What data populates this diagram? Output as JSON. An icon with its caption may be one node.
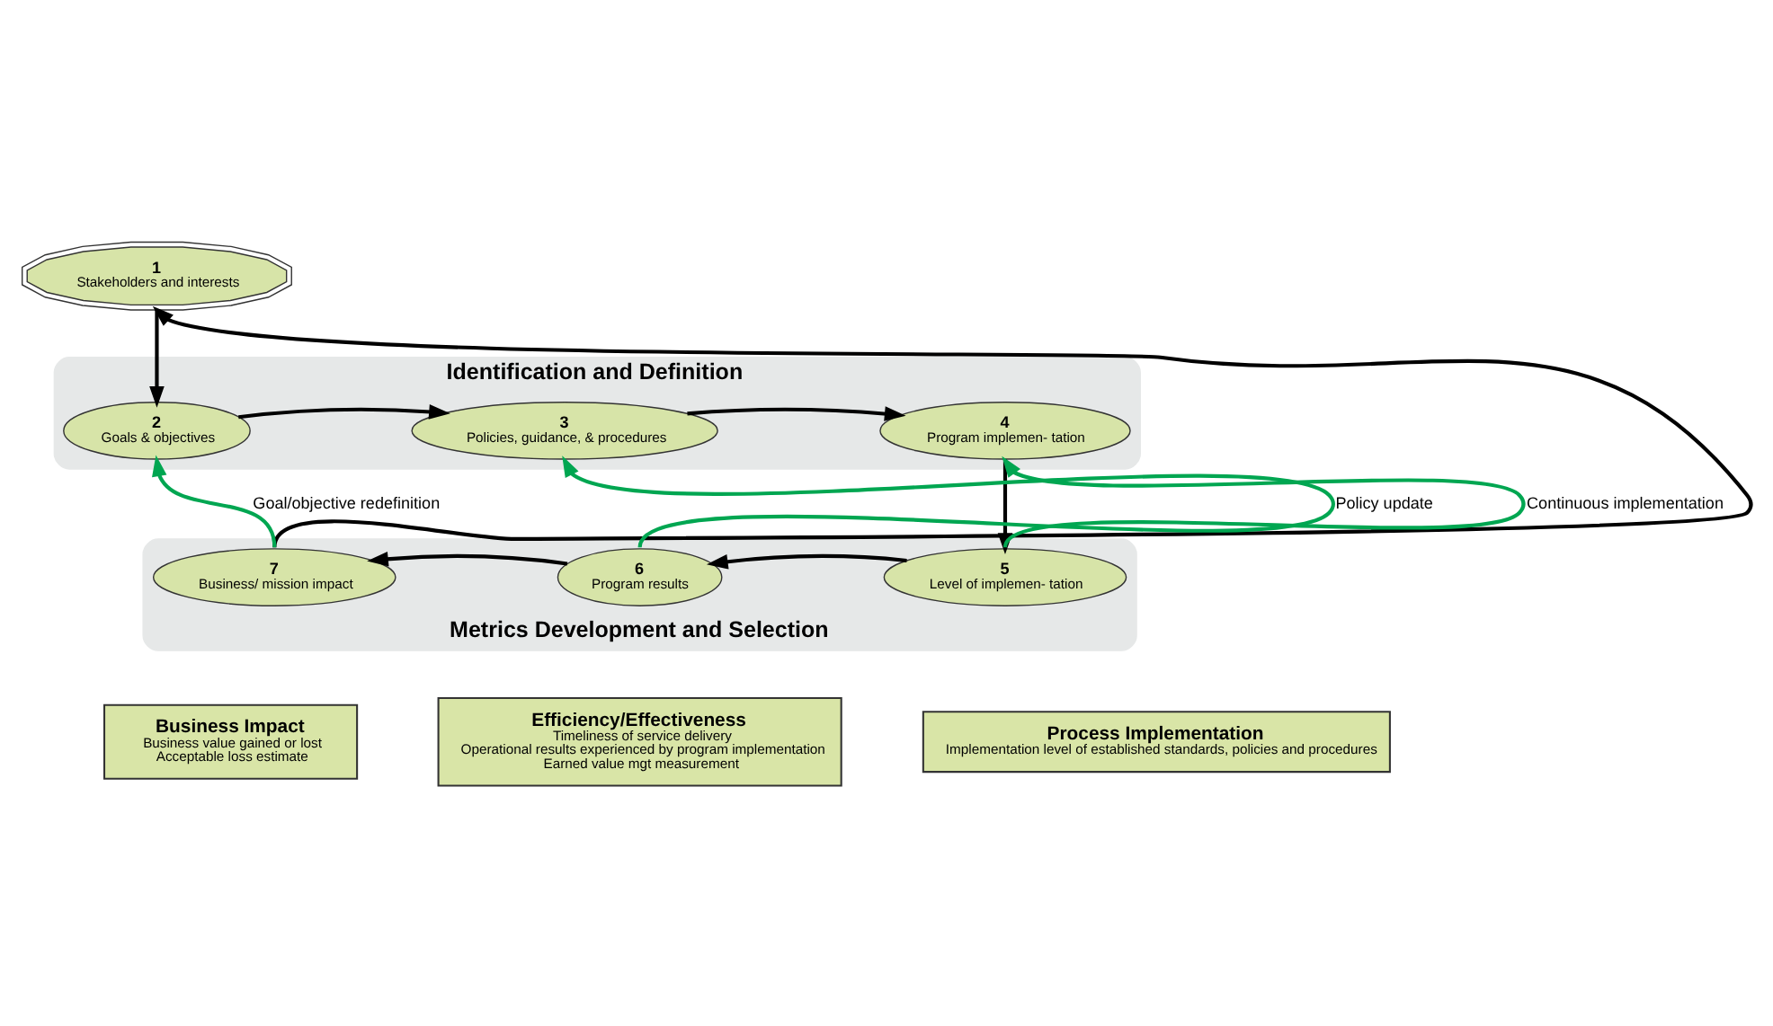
{
  "diagram": {
    "nodes": [
      {
        "text": [
          "1",
          "Stakeholders and interests"
        ]
      },
      {
        "text": [
          "Identification and Definition"
        ]
      },
      {
        "text": [
          "2",
          "Goals & objectives"
        ],
        "in": 1
      },
      {
        "text": [
          "3",
          "Policies, guidance, & procedures"
        ],
        "in": 1
      },
      {
        "text": [
          "4",
          "Program implemen- tation"
        ],
        "in": 1
      },
      {
        "text": [
          "Metrics Development and Selection"
        ]
      },
      {
        "text": [
          "7",
          "Business/ mission impact"
        ],
        "in": 5
      },
      {
        "text": [
          "6",
          "Program results"
        ],
        "in": 5
      },
      {
        "text": [
          "5",
          "Level of implemen- tation"
        ],
        "in": 5
      },
      {
        "text": [
          "Business Impact",
          "Business value gained or lost",
          "Acceptable loss estimate"
        ]
      },
      {
        "text": [
          "Efficiency/Effectiveness",
          "Timeliness of service delivery",
          "Operational results experienced by program implementation",
          "Earned value mgt measurement"
        ]
      },
      {
        "text": [
          "Process Implementation",
          "Implementation level of established standards, policies and procedures"
        ]
      }
    ],
    "edges": [
      {
        "from": 0,
        "to": 2,
        "arrow": "to"
      },
      {
        "from": 2,
        "to": 3,
        "arrow": "to"
      },
      {
        "from": 3,
        "to": 4,
        "arrow": "to"
      },
      {
        "from": 4,
        "to": 8,
        "arrow": "to"
      },
      {
        "from": 8,
        "to": 7,
        "arrow": "to"
      },
      {
        "from": 7,
        "to": 6,
        "arrow": "to"
      },
      {
        "from": 6,
        "to": 0,
        "arrow": "to"
      },
      {
        "from": 6,
        "to": 2,
        "arrow": "to",
        "label": "Goal/objective redefinition",
        "color": "#00a651"
      },
      {
        "from": 7,
        "to": 3,
        "arrow": "to",
        "label": "Policy update",
        "color": "#00a651"
      },
      {
        "from": 8,
        "to": 4,
        "arrow": "to",
        "label": "Continuous implementation",
        "color": "#00a651"
      }
    ]
  }
}
